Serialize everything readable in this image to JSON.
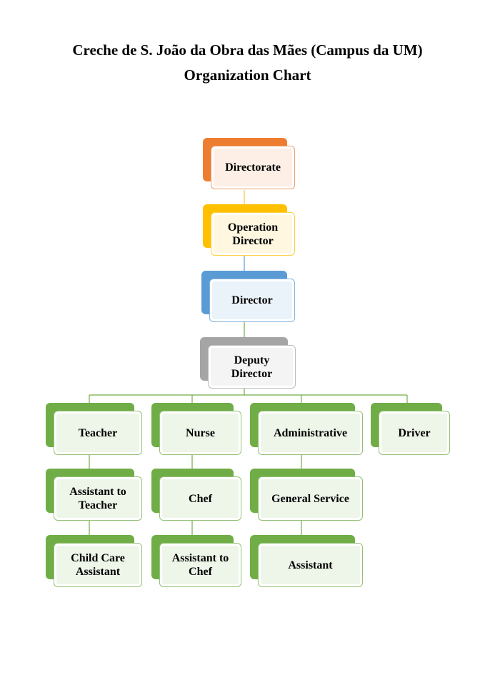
{
  "title": {
    "line1": "Creche de S. João da Obra das Mães (Campus da UM)",
    "line2": "Organization Chart"
  },
  "colors": {
    "orange": "#ed7d31",
    "yellow": "#ffc000",
    "blue": "#5b9bd5",
    "gray": "#a5a5a5",
    "green": "#70ad47"
  },
  "nodes": {
    "directorate": {
      "label": "Directorate",
      "color": "orange"
    },
    "operation_director": {
      "label": "Operation\nDirector",
      "color": "yellow"
    },
    "director": {
      "label": "Director",
      "color": "blue"
    },
    "deputy_director": {
      "label": "Deputy\nDirector",
      "color": "gray"
    },
    "teacher": {
      "label": "Teacher",
      "color": "green"
    },
    "nurse": {
      "label": "Nurse",
      "color": "green"
    },
    "administrative": {
      "label": "Administrative",
      "color": "green"
    },
    "driver": {
      "label": "Driver",
      "color": "green"
    },
    "assistant_to_teacher": {
      "label": "Assistant to\nTeacher",
      "color": "green"
    },
    "chef": {
      "label": "Chef",
      "color": "green"
    },
    "general_service": {
      "label": "General Service",
      "color": "green"
    },
    "child_care_assistant": {
      "label": "Child Care\nAssistant",
      "color": "green"
    },
    "assistant_to_chef": {
      "label": "Assistant to\nChef",
      "color": "green"
    },
    "assistant": {
      "label": "Assistant",
      "color": "green"
    }
  }
}
